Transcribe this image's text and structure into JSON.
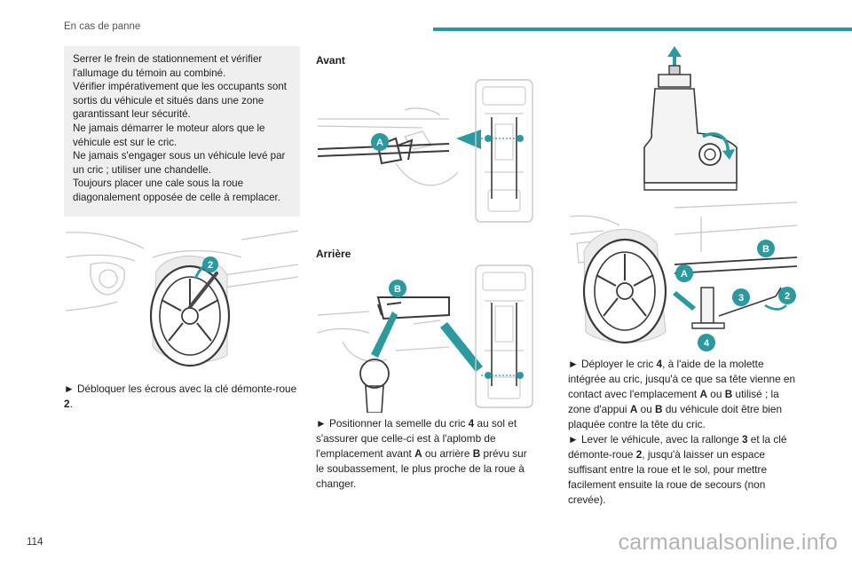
{
  "header": {
    "section": "En cas de panne"
  },
  "warning": {
    "lines": [
      "Serrer le frein de stationnement et vérifier l'allumage du témoin au combiné.",
      "Vérifier impérativement que les occupants sont sortis du véhicule et situés dans une zone garantissant leur sécurité.",
      "Ne jamais démarrer le moteur alors que le véhicule est sur le cric.",
      "Ne jamais s'engager sous un véhicule levé par un cric ; utiliser une chandelle.",
      "Toujours placer une cale sous la roue diagonalement opposée de celle à remplacer."
    ]
  },
  "col1": {
    "callout": "2",
    "step": {
      "bullet": "►",
      "t1": " Débloquer les écrous avec la clé démonte-roue ",
      "b1": "2",
      "t2": "."
    }
  },
  "col2": {
    "front_title": "Avant",
    "rear_title": "Arrière",
    "front_callout": "A",
    "rear_callout": "B",
    "step": {
      "bullet": "►",
      "t1": " Positionner la semelle du cric ",
      "b1": "4",
      "t2": " au sol et s'assurer que celle-ci est à l'aplomb de l'emplacement avant ",
      "b2": "A",
      "t3": " ou arrière ",
      "b3": "B",
      "t4": " prévu sur le soubassement, le plus proche de la roue à changer."
    }
  },
  "col3": {
    "callouts": {
      "a": "A",
      "b": "B",
      "three": "3",
      "two": "2",
      "four": "4"
    },
    "step1": {
      "bullet": "►",
      "t1": " Déployer le cric ",
      "b1": "4",
      "t2": ", à l'aide de la molette intégrée au cric, jusqu'à ce que sa tête vienne en contact avec l'emplacement ",
      "b2": "A",
      "t3": " ou ",
      "b3": "B",
      "t4": " utilisé ; la zone d'appui ",
      "b4": "A",
      "t5": " ou ",
      "b5": "B",
      "t6": " du véhicule doit être bien plaquée contre la tête du cric."
    },
    "step2": {
      "bullet": "►",
      "t1": " Lever le véhicule, avec la rallonge ",
      "b1": "3",
      "t2": " et la clé démonte-roue ",
      "b2": "2",
      "t3": ", jusqu'à laisser un espace suffisant entre la roue et le sol, pour mettre facilement ensuite la roue de secours (non crevée)."
    }
  },
  "footer": {
    "page": "114",
    "watermark": "carmanualsonline.info"
  },
  "colors": {
    "accent": "#2a9a9f",
    "box": "#efefef",
    "line": "#c9c9c9"
  }
}
